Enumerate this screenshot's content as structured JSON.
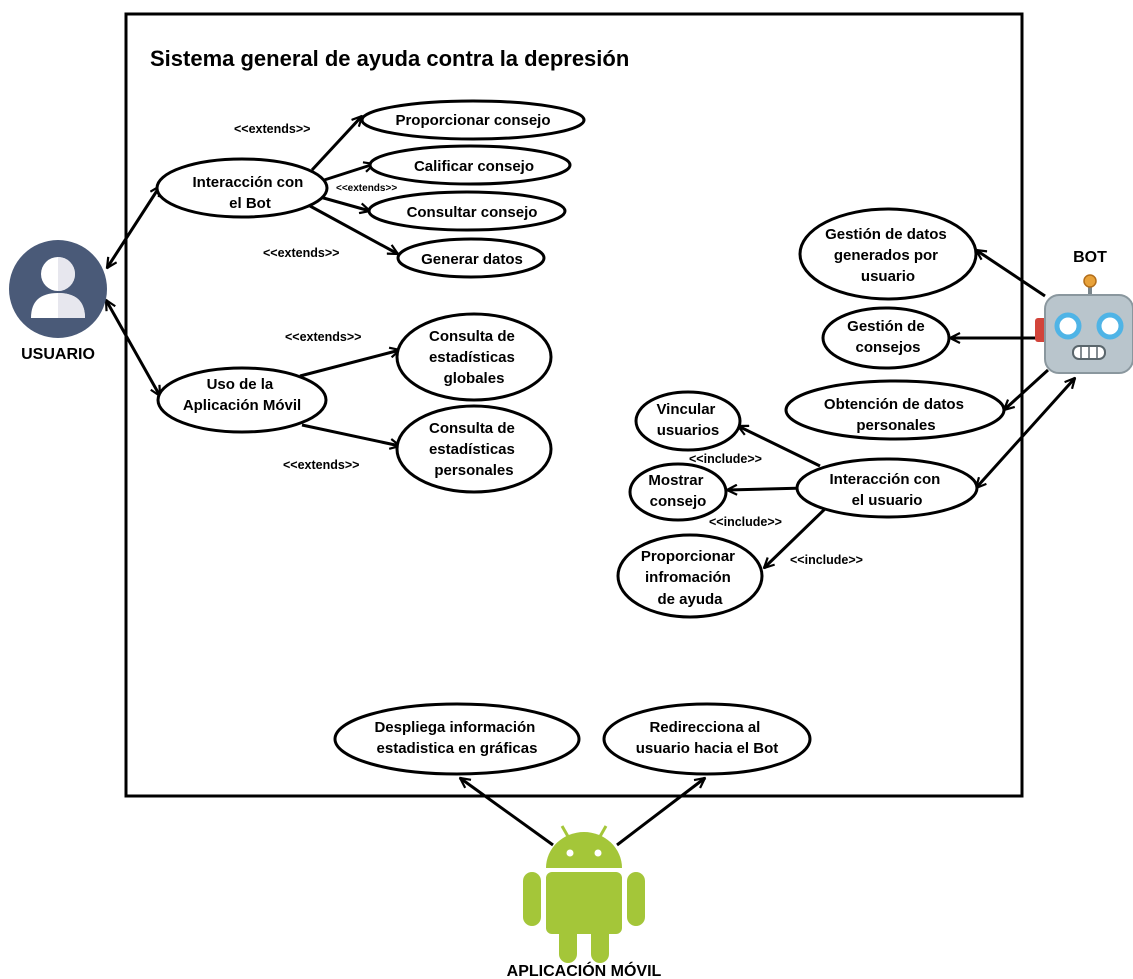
{
  "system": {
    "title": "Sistema general de ayuda contra la depresión"
  },
  "actors": {
    "usuario": "USUARIO",
    "bot": "BOT",
    "app": "APLICACIÓN MÓVIL"
  },
  "use_cases": {
    "interaccion_bot": [
      "Interacción con",
      "el Bot"
    ],
    "proporcionar_consejo": [
      "Proporcionar consejo"
    ],
    "calificar_consejo": [
      "Calificar consejo"
    ],
    "consultar_consejo": [
      "Consultar consejo"
    ],
    "generar_datos": [
      "Generar datos"
    ],
    "uso_app": [
      "Uso de la",
      "Aplicación Móvil"
    ],
    "est_globales": [
      "Consulta de",
      "estadísticas",
      "globales"
    ],
    "est_personales": [
      "Consulta de",
      "estadísticas",
      "personales"
    ],
    "gestion_datos": [
      "Gestión de datos",
      "generados por",
      "usuario"
    ],
    "gestion_consejos": [
      "Gestión de",
      "consejos"
    ],
    "obtencion_datos": [
      "Obtención de datos",
      "personales"
    ],
    "vincular": [
      "Vincular",
      "usuarios"
    ],
    "mostrar": [
      "Mostrar",
      "consejo"
    ],
    "interaccion_usuario": [
      "Interacción con",
      "el usuario"
    ],
    "proporcionar_info": [
      "Proporcionar",
      "infromación",
      "de ayuda"
    ],
    "despliega": [
      "Despliega información",
      "estadistica en gráficas"
    ],
    "redirecciona": [
      "Redirecciona al",
      "usuario hacia el Bot"
    ]
  },
  "stereotypes": {
    "extends_1": "<<extends>>",
    "extends_2": "<<extends>>",
    "extends_3": "<<extends>>",
    "extends_4": "<<extends>>",
    "extends_5": "<<extends>>",
    "include_1": "<<include>>",
    "include_2": "<<include>>",
    "include_3": "<<include>>"
  },
  "colors": {
    "user_icon": "#4a5a78",
    "android_green": "#a4c639",
    "bot_body": "#b9c5cc",
    "bot_eye": "#4fb4e6",
    "bot_antenna": "#e8a23a",
    "bot_ear": "#d2443a"
  },
  "icons": {
    "usuario": "user-avatar-icon",
    "bot": "robot-icon",
    "app": "android-icon"
  }
}
